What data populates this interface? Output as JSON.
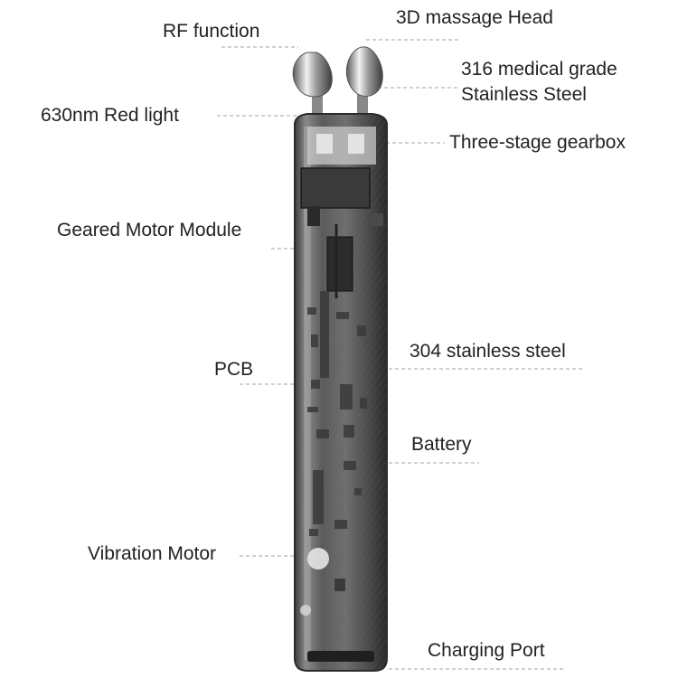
{
  "labels": {
    "rf_function": "RF function",
    "massage_head": "3D massage Head",
    "steel_316_line1": "316 medical grade",
    "steel_316_line2": "Stainless Steel",
    "red_light": "630nm Red light",
    "gearbox": "Three-stage gearbox",
    "motor_module": "Geared Motor Module",
    "steel_304": "304 stainless steel",
    "pcb": "PCB",
    "battery": "Battery",
    "vibration_motor": "Vibration Motor",
    "charging_port": "Charging Port"
  },
  "colors": {
    "leader_line": "#b5b5b5",
    "body_dark": "#2e2e2e",
    "body_mid": "#6c6c6c",
    "body_light": "#a8a8a8",
    "chrome": "#d9d9d9",
    "label_text": "#222222"
  }
}
